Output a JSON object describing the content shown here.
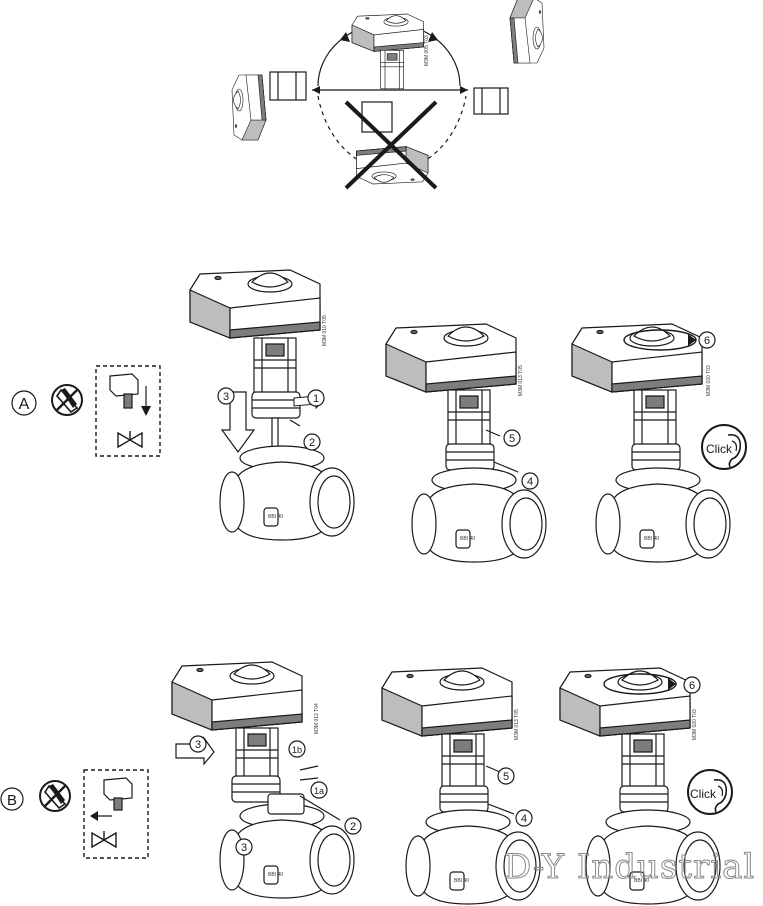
{
  "orientation": {
    "codes": [
      "M3M 005 T03"
    ]
  },
  "section_a": {
    "marker": "A",
    "steps": [
      "1",
      "2",
      "3",
      "4",
      "5",
      "6"
    ],
    "click_label": "Click",
    "codes": [
      "M3M 010 T05",
      "M3M 013 T05",
      "M3M 020 T03"
    ]
  },
  "section_b": {
    "marker": "B",
    "steps": [
      "1b",
      "1a",
      "2",
      "3",
      "3",
      "4",
      "5",
      "6"
    ],
    "click_label": "Click",
    "codes": [
      "M3M 013 T04",
      "M3M 013 T05",
      "M3M 020 T03"
    ]
  },
  "watermark": "D-Y Industrial",
  "icons": [
    "no-tool-icon",
    "valve-symbol-icon",
    "actuator-icon",
    "ear-icon",
    "rotation-arrow-icon"
  ]
}
